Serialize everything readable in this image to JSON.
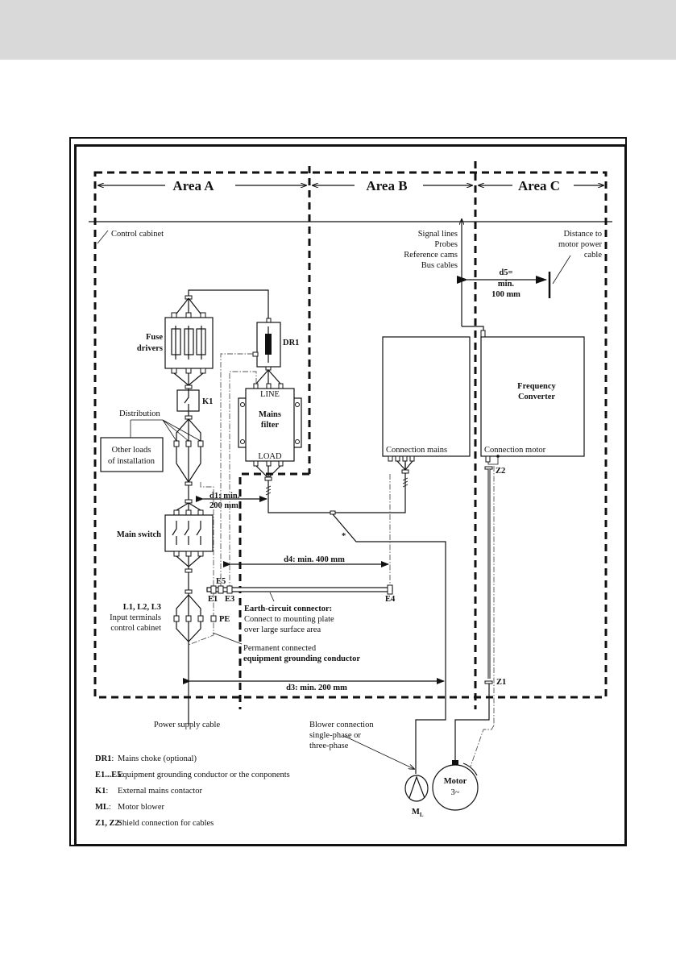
{
  "header": {
    "band_color": "#d9d9d9"
  },
  "areas": {
    "a": "Area A",
    "b": "Area B",
    "c": "Area C"
  },
  "labels": {
    "control_cabinet": "Control cabinet",
    "signal_lines": [
      "Signal lines",
      "Probes",
      "Reference cams",
      "Bus cables"
    ],
    "distance_motor": [
      "Distance to",
      "motor power",
      "cable"
    ],
    "d5": [
      "d5=",
      "min.",
      "100 mm"
    ],
    "fuse_drivers": [
      "Fuse",
      "drivers"
    ],
    "dr1": "DR1",
    "k1": "K1",
    "line": "LINE",
    "load": "LOAD",
    "mains_filter": [
      "Mains",
      "filter"
    ],
    "distribution": "Distribution",
    "other_loads": [
      "Other loads",
      "of installation"
    ],
    "connection_mains": "Connection mains",
    "frequency_converter": [
      "Frequency",
      "Converter"
    ],
    "connection_motor": "Connection motor",
    "z2": "Z2",
    "z1": "Z1",
    "d1": [
      "d1: min.",
      "200 mm"
    ],
    "main_switch": "Main switch",
    "asterisk": "*",
    "d4": "d4: min. 400 mm",
    "e5": "E5",
    "e1": "E1",
    "e3": "E3",
    "e4": "E4",
    "l123": "L1, L2, L3",
    "input_terminals": [
      "Input terminals",
      "control cabinet"
    ],
    "pe": "PE",
    "earth_connector": [
      "Earth-circuit connector:",
      "Connect to mounting plate",
      "over large surface area"
    ],
    "grounding": [
      "Permanent connected",
      "equipment grounding conductor"
    ],
    "d3": "d3: min. 200 mm",
    "power_supply": "Power supply cable",
    "blower": [
      "Blower connection",
      "single-phase or",
      "three-phase"
    ],
    "motor": [
      "Motor",
      "3~"
    ],
    "ml": "M",
    "ml_sub": "L"
  },
  "legend": [
    {
      "key": "DR1",
      "desc": "Mains choke (optional)"
    },
    {
      "key": "E1...E5",
      "desc": "Equipment grounding conductor or the conponents"
    },
    {
      "key": "K1",
      "desc": "External mains contactor"
    },
    {
      "key": "ML",
      "desc": "Motor blower"
    },
    {
      "key": "Z1, Z2",
      "desc": "Shield connection for cables"
    }
  ]
}
